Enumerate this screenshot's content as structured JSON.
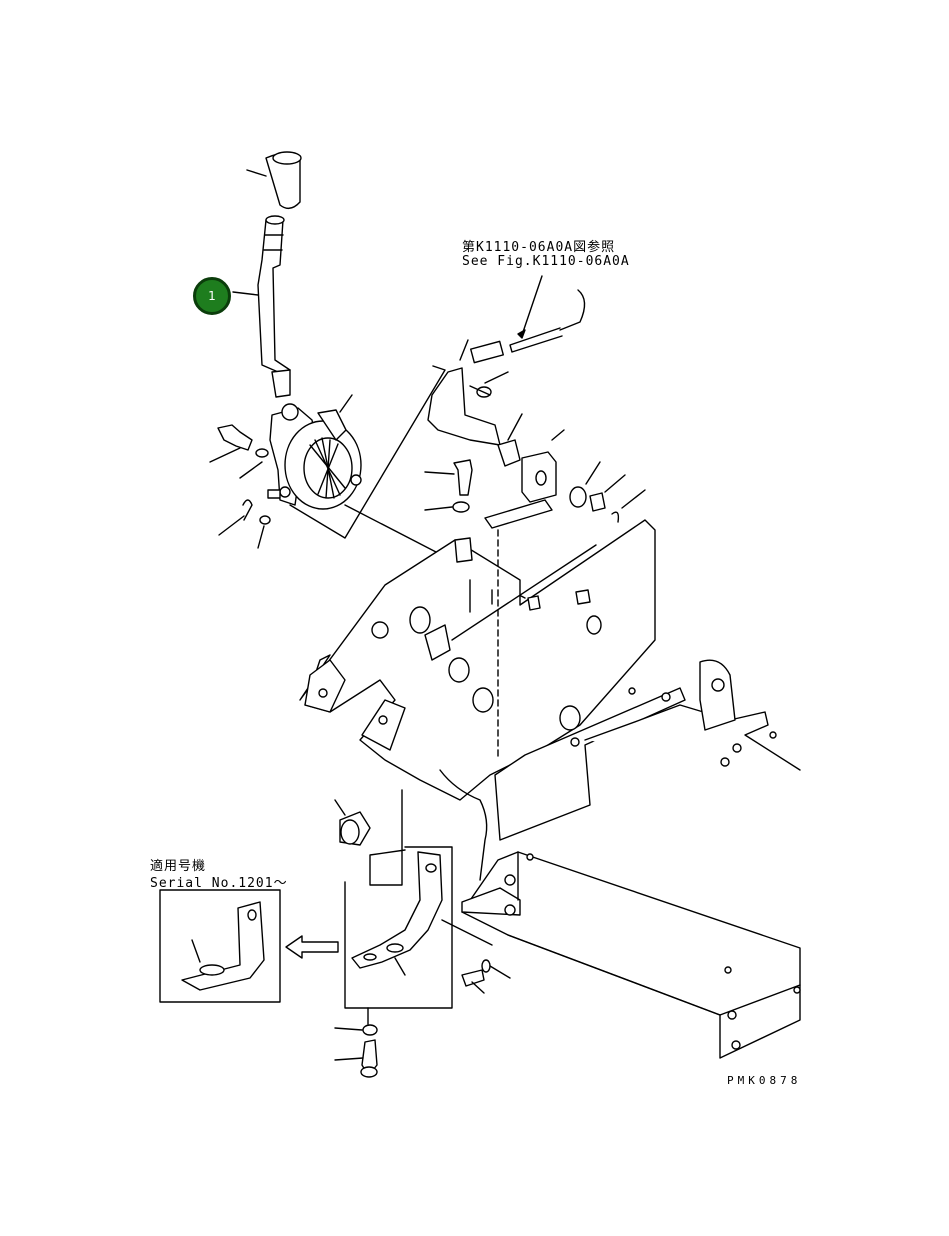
{
  "reference_note": {
    "line1": "第K1110-06A0A図参照",
    "line2": "See Fig.K1110-06A0A"
  },
  "serial_note": {
    "line1": "適用号機",
    "line2": "Serial No.1201～"
  },
  "callout": {
    "number": "1",
    "color": "#1e7d1e"
  },
  "drawing_code": "PMK0878"
}
